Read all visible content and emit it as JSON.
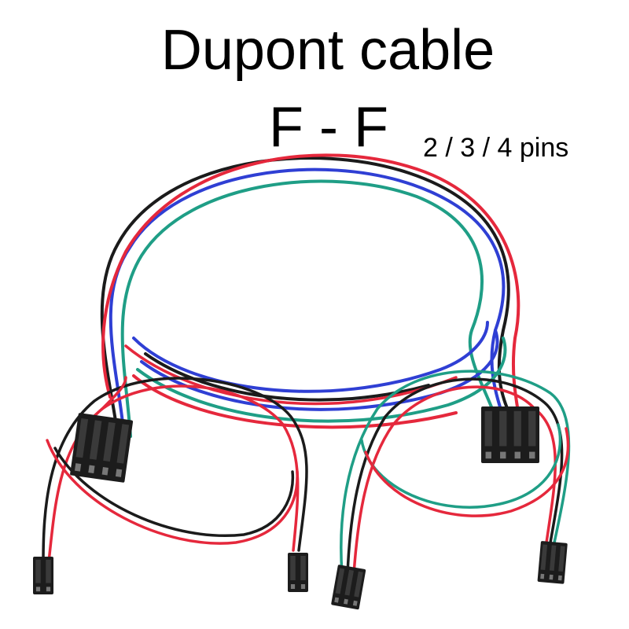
{
  "title": {
    "line1": "Dupont cable",
    "line2": "F - F",
    "pins": "2 / 3 / 4 pins"
  },
  "wire_colors": {
    "red": "#e5283c",
    "black": "#1b1b1b",
    "green": "#1f9e86",
    "blue": "#2f3fd4"
  },
  "connector_color": "#1c1c1c",
  "cables": [
    {
      "pins": 4,
      "wires": [
        "black",
        "blue",
        "green",
        "red"
      ]
    },
    {
      "pins": 3,
      "wires": [
        "green",
        "black",
        "red"
      ]
    },
    {
      "pins": 2,
      "wires": [
        "black",
        "red"
      ]
    }
  ]
}
